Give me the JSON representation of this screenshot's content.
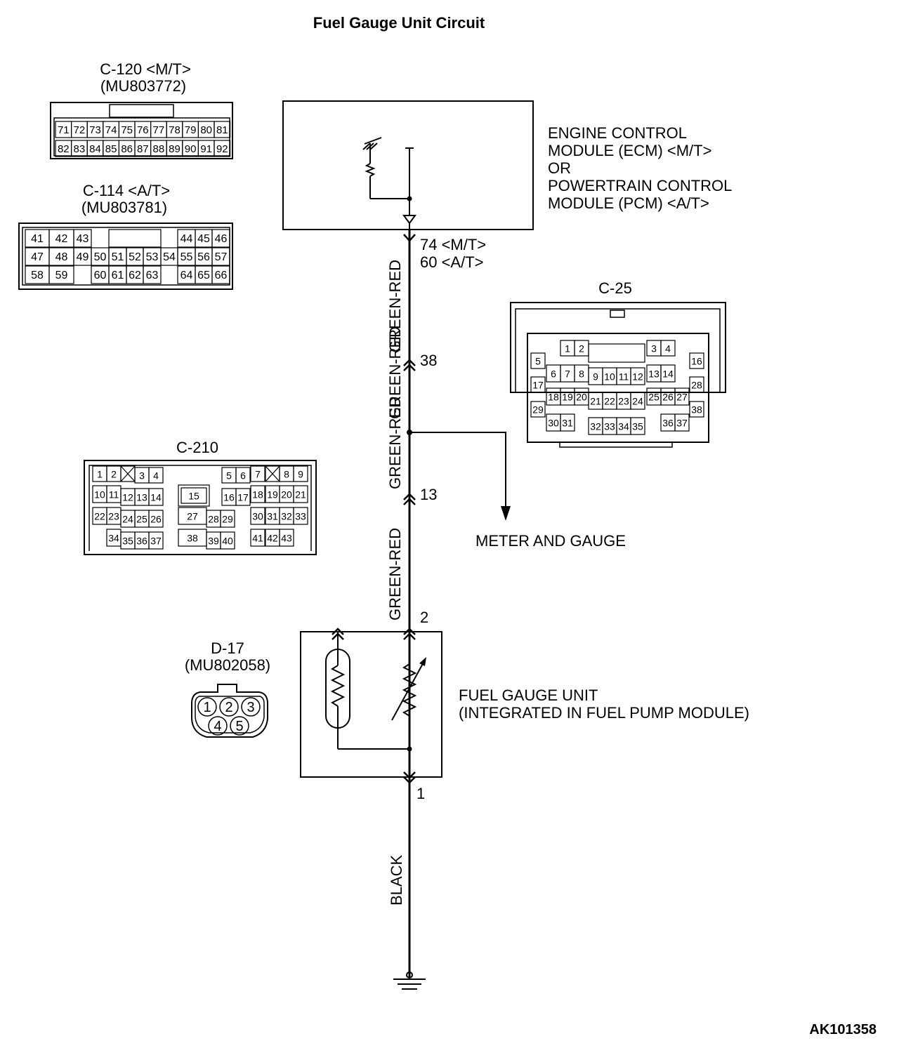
{
  "title": "Fuel Gauge Unit Circuit",
  "code": "AK101358",
  "ecm": {
    "label_lines": [
      "ENGINE CONTROL",
      "MODULE (ECM) <M/T>",
      "OR",
      "POWERTRAIN CONTROL",
      "MODULE (PCM) <A/T>"
    ],
    "terminal_lines": [
      "74 <M/T>",
      "60 <A/T>"
    ]
  },
  "wires": {
    "w1": "GREEN-RED",
    "w2": "GREEN-RED",
    "w3": "GREEN-RED",
    "w4": "GREEN-RED",
    "ground": "BLACK"
  },
  "junctions": {
    "j38": "38",
    "j13": "13",
    "j2": "2",
    "j1": "1"
  },
  "meter_label": "METER AND GAUGE",
  "fuel_unit": {
    "line1": "FUEL GAUGE UNIT",
    "line2": "(INTEGRATED IN FUEL PUMP MODULE)"
  },
  "c120": {
    "name": "C-120 <M/T>",
    "part": "(MU803772)",
    "row1": [
      "71",
      "72",
      "73",
      "74",
      "75",
      "76",
      "77",
      "78",
      "79",
      "80",
      "81"
    ],
    "row2": [
      "82",
      "83",
      "84",
      "85",
      "86",
      "87",
      "88",
      "89",
      "90",
      "91",
      "92"
    ]
  },
  "c114": {
    "name": "C-114 <A/T>",
    "part": "(MU803781)",
    "row1": [
      "41",
      "42",
      "43",
      "",
      "",
      "",
      "",
      "44",
      "45",
      "46"
    ],
    "row2": [
      "47",
      "48",
      "49",
      "50",
      "51",
      "52",
      "53",
      "54",
      "55",
      "56",
      "57"
    ],
    "row3": [
      "58",
      "59",
      "",
      "60",
      "61",
      "62",
      "63",
      "",
      "64",
      "65",
      "66"
    ]
  },
  "c25": {
    "name": "C-25",
    "pins": [
      "1",
      "2",
      "3",
      "4",
      "5",
      "6",
      "7",
      "8",
      "9",
      "10",
      "11",
      "12",
      "13",
      "14",
      "16",
      "17",
      "18",
      "19",
      "20",
      "21",
      "22",
      "23",
      "24",
      "25",
      "26",
      "27",
      "28",
      "29",
      "30",
      "31",
      "32",
      "33",
      "34",
      "35",
      "36",
      "37",
      "38"
    ]
  },
  "c210": {
    "name": "C-210",
    "pins": [
      "1",
      "2",
      "3",
      "4",
      "5",
      "6",
      "7",
      "8",
      "9",
      "10",
      "11",
      "12",
      "13",
      "14",
      "15",
      "16",
      "17",
      "18",
      "19",
      "20",
      "21",
      "22",
      "23",
      "24",
      "25",
      "26",
      "27",
      "28",
      "29",
      "30",
      "31",
      "32",
      "33",
      "34",
      "35",
      "36",
      "37",
      "38",
      "39",
      "40",
      "41",
      "42",
      "43"
    ]
  },
  "d17": {
    "name": "D-17",
    "part": "(MU802058)",
    "pins": [
      "1",
      "2",
      "3",
      "4",
      "5"
    ]
  }
}
